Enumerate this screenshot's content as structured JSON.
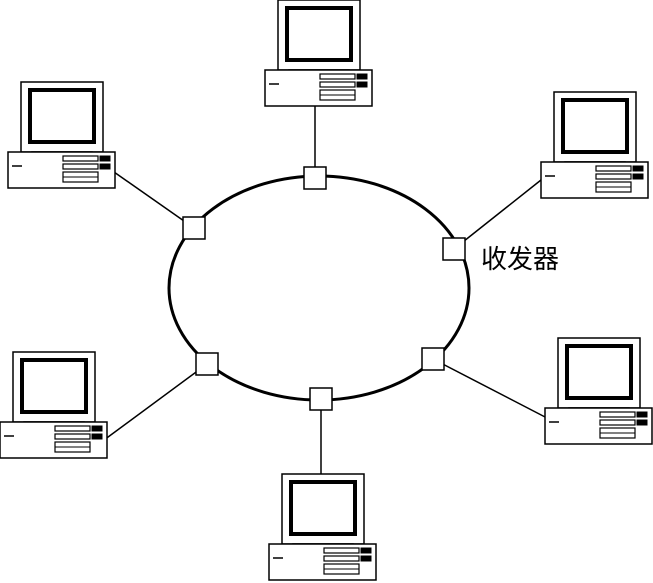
{
  "diagram": {
    "type": "ring-network",
    "transceiver_label": "收发器",
    "node_count": 6,
    "nodes": [
      "top",
      "upper-right",
      "lower-right",
      "bottom",
      "lower-left",
      "upper-left"
    ],
    "icons": {
      "computer": "desktop-computer-icon",
      "transceiver": "transceiver-box-icon"
    },
    "colors": {
      "stroke": "#000000",
      "fill": "#ffffff"
    }
  }
}
